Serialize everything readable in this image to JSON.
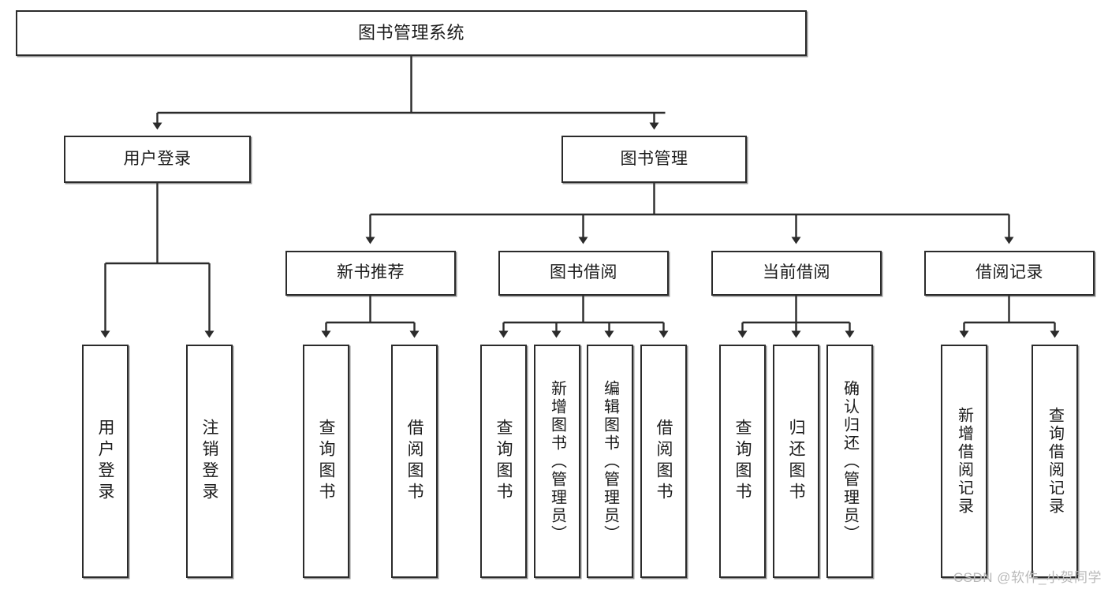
{
  "diagram": {
    "title": "图书管理系统",
    "type": "tree-hierarchy-diagram",
    "watermark": "CSDN @软件_小贺同学",
    "style": {
      "background": "#ffffff",
      "stroke": "#2b2b2b",
      "text": "#1b1b1b",
      "watermark_color": "#b9b9b9"
    },
    "nodes": {
      "root": {
        "label": "图书管理系统"
      },
      "level2": [
        {
          "id": "user-login",
          "label": "用户登录"
        },
        {
          "id": "book-manage",
          "label": "图书管理"
        }
      ],
      "level3": [
        {
          "id": "new-book-recommend",
          "label": "新书推荐"
        },
        {
          "id": "book-borrow",
          "label": "图书借阅"
        },
        {
          "id": "current-borrow",
          "label": "当前借阅"
        },
        {
          "id": "borrow-record",
          "label": "借阅记录"
        }
      ],
      "leaves": {
        "user-login": [
          {
            "id": "leaf-user-login",
            "label": "用户登录"
          },
          {
            "id": "leaf-user-logout",
            "label": "注销登录"
          }
        ],
        "new-book-recommend": [
          {
            "id": "leaf-query-book-1",
            "label": "查询图书"
          },
          {
            "id": "leaf-borrow-book-1",
            "label": "借阅图书"
          }
        ],
        "book-borrow": [
          {
            "id": "leaf-query-book-2",
            "label": "查询图书"
          },
          {
            "id": "leaf-add-book-admin",
            "label": "新增图书（管理员）"
          },
          {
            "id": "leaf-edit-book-admin",
            "label": "编辑图书（管理员）"
          },
          {
            "id": "leaf-borrow-book-2",
            "label": "借阅图书"
          }
        ],
        "current-borrow": [
          {
            "id": "leaf-query-book-3",
            "label": "查询图书"
          },
          {
            "id": "leaf-return-book",
            "label": "归还图书"
          },
          {
            "id": "leaf-confirm-return-admin",
            "label": "确认归还（管理员）"
          }
        ],
        "borrow-record": [
          {
            "id": "leaf-add-borrow-record",
            "label": "新增借阅记录"
          },
          {
            "id": "leaf-query-borrow-record",
            "label": "查询借阅记录"
          }
        ]
      }
    }
  }
}
